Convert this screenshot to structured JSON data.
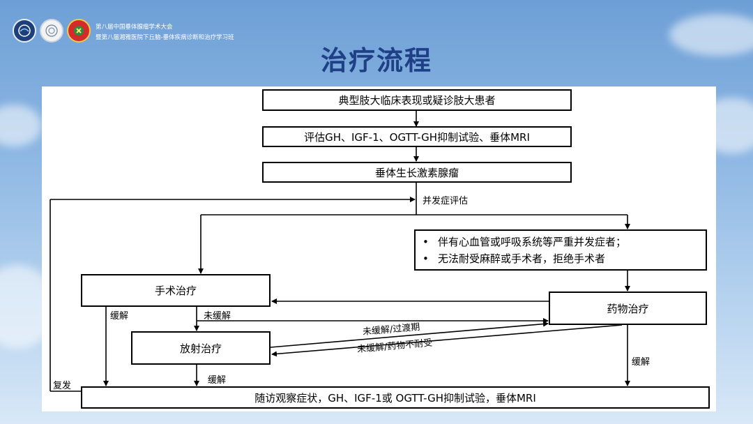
{
  "header": {
    "conference_line1": "第八届中国垂体腺瘤学术大会",
    "conference_line2": "暨第八届湘雅医院下丘脑-垂体疾病诊断和治疗学习班",
    "logos": [
      "conference-logo-icon",
      "university-seal-icon",
      "hospital-emblem-icon"
    ],
    "title": "治疗流程"
  },
  "flowchart": {
    "nodes": {
      "start": "典型肢大临床表现或疑诊肢大患者",
      "evaluate": "评估GH、IGF-1、OGTT-GH抑制试验、垂体MRI",
      "diagnosis": "垂体生长激素腺瘤",
      "surgery": "手术治疗",
      "radiation": "放射治疗",
      "medication": "药物治疗",
      "followup": "随访观察症状，GH、IGF-1或 OGTT-GH抑制试验，垂体MRI"
    },
    "criteria": [
      "伴有心血管或呼吸系统等严重并发症者；",
      "无法耐受麻醉或手术者，拒绝手术者"
    ],
    "edge_labels": {
      "complication_eval": "并发症评估",
      "surgery_remission": "缓解",
      "surgery_no_remission": "未缓解",
      "radiation_remission": "缓解",
      "med_remission": "缓解",
      "relapse": "复发",
      "radiation_to_med": "未缓解/过渡期",
      "med_to_radiation": "未缓解/药物不耐受"
    }
  },
  "colors": {
    "title": "#1f3f86",
    "sky": "#8fb8e4",
    "panel": "#ffffff",
    "line": "#000000"
  }
}
